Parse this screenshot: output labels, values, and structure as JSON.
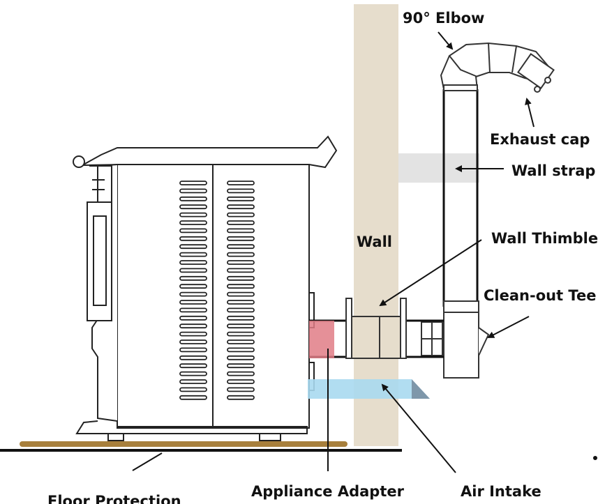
{
  "labels": {
    "elbow": "90° Elbow",
    "exhaust_cap": "Exhaust cap",
    "wall_strap": "Wall strap",
    "wall": "Wall",
    "wall_thimble": "Wall Thimble",
    "clean_out_tee": "Clean-out Tee",
    "floor_protection": "Floor Protection",
    "appliance_adapter": "Appliance Adapter",
    "air_intake": "Air Intake"
  },
  "colors": {
    "wall": "#e6ddcc",
    "floor_protection": "#a77f3c",
    "wall_strap": "#e3e3e3",
    "appliance_adapter": "#e07c86",
    "air_intake": "#a9d9ef",
    "line": "#111111"
  }
}
